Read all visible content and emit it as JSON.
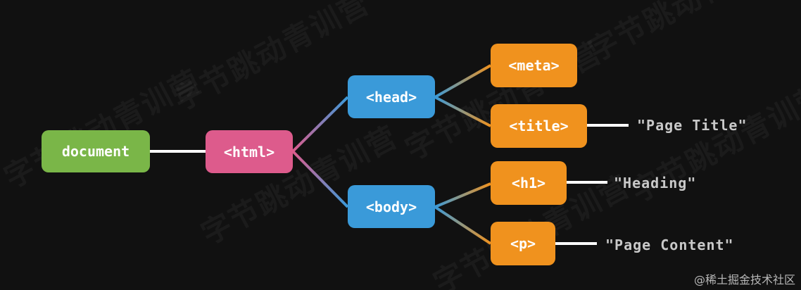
{
  "diagram": {
    "nodes": {
      "document": {
        "label": "document",
        "color": "#7ab648"
      },
      "html": {
        "label": "<html>",
        "color": "#dd5b8c"
      },
      "head": {
        "label": "<head>",
        "color": "#3a9ad9"
      },
      "body": {
        "label": "<body>",
        "color": "#3a9ad9"
      },
      "meta": {
        "label": "<meta>",
        "color": "#f0921e"
      },
      "title": {
        "label": "<title>",
        "color": "#f0921e"
      },
      "h1": {
        "label": "<h1>",
        "color": "#f0921e"
      },
      "p": {
        "label": "<p>",
        "color": "#f0921e"
      }
    },
    "text_nodes": {
      "title_text": "\"Page Title\"",
      "heading_text": "\"Heading\"",
      "content_text": "\"Page Content\""
    },
    "edges": [
      [
        "document",
        "html"
      ],
      [
        "html",
        "head"
      ],
      [
        "html",
        "body"
      ],
      [
        "head",
        "meta"
      ],
      [
        "head",
        "title"
      ],
      [
        "body",
        "h1"
      ],
      [
        "body",
        "p"
      ],
      [
        "title",
        "title_text"
      ],
      [
        "h1",
        "heading_text"
      ],
      [
        "p",
        "content_text"
      ]
    ],
    "colors": {
      "background": "#111111",
      "connector": "#ffffff",
      "text_label": "#c9c9c9"
    }
  },
  "watermark": {
    "text": "字节跳动青训营"
  },
  "credit": {
    "text": "@稀土掘金技术社区"
  }
}
